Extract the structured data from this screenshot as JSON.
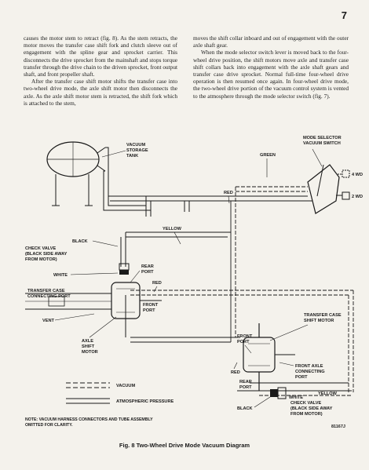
{
  "page_number": "7",
  "text": {
    "left_p1": "causes the motor stem to retract (fig. 8). As the stem retracts, the motor moves the transfer case shift fork and clutch sleeve out of engagement with the spline gear and sprocket carrier. This disconnects the drive sprocket from the mainshaft and stops torque transfer through the drive chain to the driven sprocket, front output shaft, and front propeller shaft.",
    "left_p2": "After the transfer case shift motor shifts the transfer case into two-wheel drive mode, the axle shift motor then disconnects the axle. As the axle shift motor stem is retracted, the shift fork which is attached to the stem,",
    "right_p1": "moves the shift collar inboard and out of engagement with the outer axle shaft gear.",
    "right_p2": "When the mode selector switch lever is moved back to the four-wheel drive position, the shift motors move axle and transfer case shift collars back into engagement with the axle shaft gears and transfer case drive sprocket. Normal full-time four-wheel drive operation is then resumed once again. In four-wheel drive mode, the two-wheel drive portion of the vacuum control system is vented to the atmosphere through the mode selector switch (fig. 7)."
  },
  "labels": {
    "vacuum_storage_tank": [
      "VACUUM",
      "STORAGE",
      "TANK"
    ],
    "mode_selector_switch": [
      "MODE SELECTOR",
      "VACUUM SWITCH"
    ],
    "green": "GREEN",
    "red": "RED",
    "four_wd": "4 WD",
    "two_wd": "2 WD",
    "yellow": "YELLOW",
    "black": "BLACK",
    "check_valve_left": [
      "CHECK VALVE",
      "(BLACK SIDE AWAY",
      "FROM MOTOR)"
    ],
    "rear_port": [
      "REAR",
      "PORT"
    ],
    "white": "WHITE",
    "red_2": "RED",
    "transfer_case_connecting_port": [
      "TRANSFER CASE",
      "CONNECTING PORT"
    ],
    "front_port": [
      "FRONT",
      "PORT"
    ],
    "vent": "VENT",
    "axle_shift_motor": [
      "AXLE",
      "SHIFT",
      "MOTOR"
    ],
    "transfer_case_shift_motor": [
      "TRANSFER CASE",
      "SHIFT MOTOR"
    ],
    "front_port_2": [
      "FRONT",
      "PORT"
    ],
    "front_axle_connecting_port": [
      "FRONT AXLE",
      "CONNECTING",
      "PORT"
    ],
    "red_3": "RED",
    "rear_port_2": [
      "REAR",
      "PORT"
    ],
    "white_2": "WHITE",
    "yellow_2": "YELLOW",
    "black_2": "BLACK",
    "check_valve_right": [
      "CHECK VALVE",
      "(BLACK SIDE AWAY",
      "FROM MOTOR)"
    ]
  },
  "legend": {
    "vacuum": "VACUUM",
    "atmospheric_pressure": "ATMOSPHERIC PRESSURE"
  },
  "note": [
    "NOTE: VACUUM HARNESS CONNECTORS AND TUBE ASSEMBLY",
    "OMITTED FOR CLARITY."
  ],
  "figure_id": "81167J",
  "caption": "Fig. 8   Two-Wheel Drive Mode Vacuum Diagram"
}
